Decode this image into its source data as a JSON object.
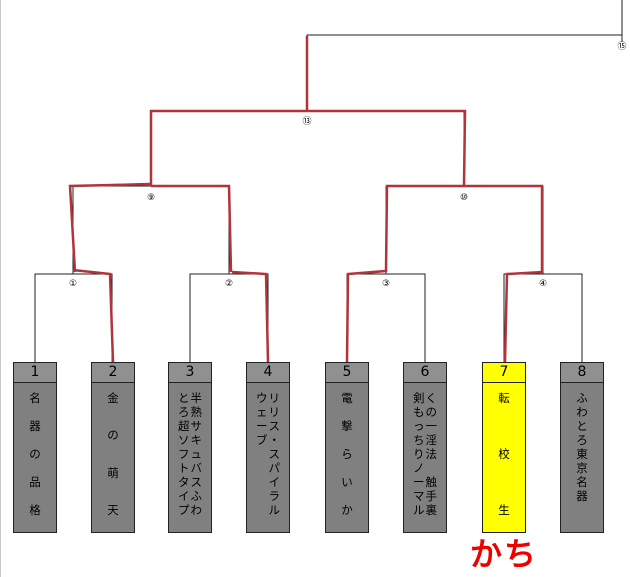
{
  "colors": {
    "bracket_line": "#222222",
    "win_path": "#b0343a",
    "loser_box": "#808080",
    "winner_box": "#ffff00",
    "result_text": "#ee0000"
  },
  "entries": [
    {
      "number": "1",
      "columns": [
        "名器の品格"
      ],
      "spread": true,
      "status": "loser"
    },
    {
      "number": "2",
      "columns": [
        "金の萌天"
      ],
      "spread": true,
      "status": "loser"
    },
    {
      "number": "3",
      "columns": [
        "半熟サキュバスふわ",
        "とろ超ソフトタイプ"
      ],
      "spread": false,
      "status": "loser"
    },
    {
      "number": "4",
      "columns": [
        "リリス・スパイラル",
        "ウェーブ"
      ],
      "spread": false,
      "status": "loser"
    },
    {
      "number": "5",
      "columns": [
        "電撃らいか"
      ],
      "spread": true,
      "status": "loser"
    },
    {
      "number": "6",
      "columns": [
        "くの一淫法 触手裏",
        "剣もっちりノーマル"
      ],
      "spread": false,
      "status": "loser"
    },
    {
      "number": "7",
      "columns": [
        "転校生"
      ],
      "spread": true,
      "status": "winner"
    },
    {
      "number": "8",
      "columns": [
        "ふわとろ東京名器"
      ],
      "spread": false,
      "status": "loser"
    }
  ],
  "matches": {
    "r1": [
      "①",
      "②",
      "③",
      "④"
    ],
    "r2": [
      "⑨",
      "⑩"
    ],
    "r3": [
      "⑬"
    ],
    "final": "⑮"
  },
  "result_label": "かち"
}
